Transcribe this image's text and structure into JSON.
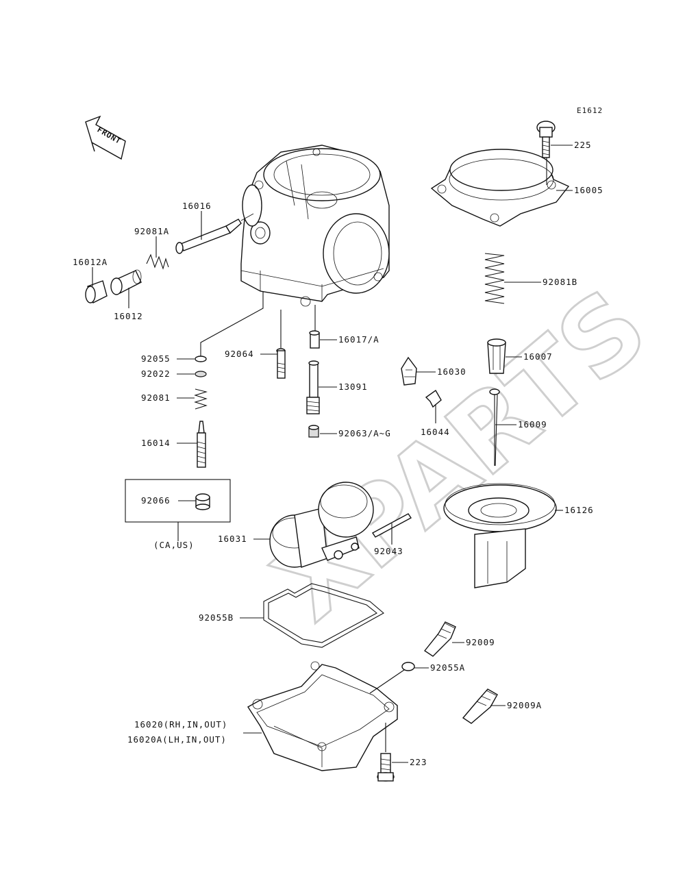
{
  "diagram_code": "E1612",
  "front_marker": "FRONT",
  "watermark": "XPARTS",
  "region_note": "(CA,US)",
  "parts": {
    "p225": "225",
    "p16005": "16005",
    "p92081B": "92081B",
    "p16007": "16007",
    "p16030": "16030",
    "p16044": "16044",
    "p16009": "16009",
    "p16126": "16126",
    "p16016": "16016",
    "p92081A": "92081A",
    "p16012A": "16012A",
    "p16012": "16012",
    "p92055": "92055",
    "p92022": "92022",
    "p92081": "92081",
    "p16014": "16014",
    "p92064": "92064",
    "p16017A": "16017/A",
    "p13091": "13091",
    "p92063": "92063/A~G",
    "p92066": "92066",
    "p16031": "16031",
    "p92043": "92043",
    "p92055B": "92055B",
    "p92009": "92009",
    "p92055A": "92055A",
    "p92009A": "92009A",
    "p16020": "16020(RH,IN,OUT)",
    "p16020A": "16020A(LH,IN,OUT)",
    "p223": "223"
  }
}
